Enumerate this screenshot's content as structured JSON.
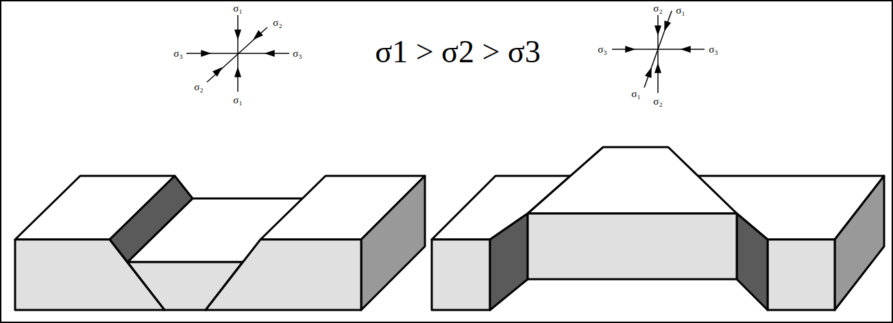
{
  "diagram": {
    "labels": [
      "σ₁",
      "σ₂",
      "σ₃",
      "σ₃",
      "σ₂",
      "σ₁",
      "σ1 > σ2 > σ3",
      "σ₂",
      "σ₁",
      "σ₃",
      "σ₃",
      "σ₁",
      "σ₂"
    ]
  }
}
